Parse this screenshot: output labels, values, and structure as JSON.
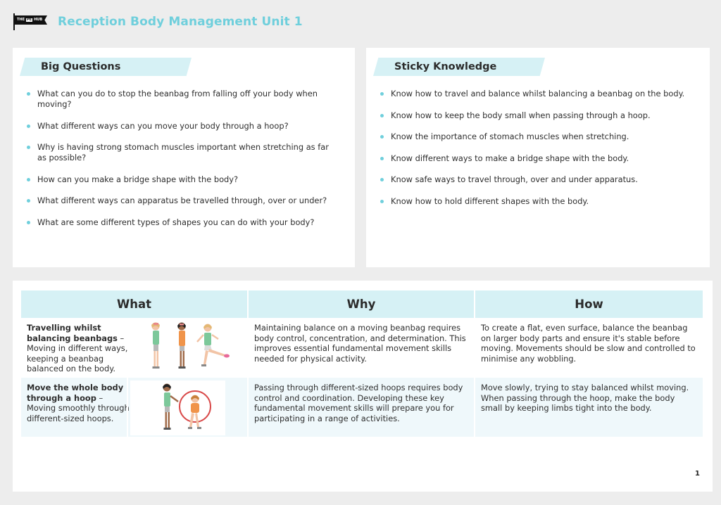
{
  "header": {
    "logo_text": [
      "THE",
      "PE",
      "HUB"
    ],
    "title": "Reception Body Management Unit 1"
  },
  "big_questions": {
    "heading": "Big Questions",
    "items": [
      "What can you do to stop the beanbag from falling off your body when moving?",
      "What different ways can you move your body through a hoop?",
      "Why is having strong stomach muscles important when stretching as far as possible?",
      "How can you make a bridge shape with the body?",
      "What different ways can apparatus be travelled through, over or under?",
      "What are some different types of shapes you can do with your body?"
    ]
  },
  "sticky_knowledge": {
    "heading": "Sticky Knowledge",
    "items": [
      "Know how to travel and balance whilst balancing a beanbag on the body.",
      "Know how to keep the body small when passing through a hoop.",
      "Know the importance of stomach muscles when stretching.",
      "Know different ways to make a bridge shape with the body.",
      "Know safe ways to travel through, over and under apparatus.",
      "Know how to hold different shapes with the body."
    ]
  },
  "table": {
    "headers": [
      "What",
      "Why",
      "How"
    ],
    "rows": [
      {
        "what_bold": "Travelling whilst balancing beanbags",
        "what_sep": " – ",
        "what_rest": "Moving in different ways, keeping a beanbag balanced on the body.",
        "why": "Maintaining balance on a moving beanbag requires body control, concentration, and determination. This improves essential fundamental movement skills needed for physical activity.",
        "how": "To create a flat, even surface, balance the beanbag on larger body parts and ensure it's stable before moving. Movements should be slow and controlled to minimise any wobbling."
      },
      {
        "what_bold": "Move the whole body through a hoop",
        "what_sep": "  – ",
        "what_rest": "Moving smoothly through different-sized hoops.",
        "why": "Passing through different-sized hoops requires body control and coordination. Developing these key fundamental movement skills will prepare you for participating in a range of activities.",
        "how": "Move slowly, trying to stay balanced whilst moving. When passing through the hoop, make the body small by keeping limbs tight into the body."
      }
    ]
  },
  "page_number": "1",
  "colors": {
    "accent": "#6fcfdc",
    "heading_bg": "#d6f1f5",
    "row_alt_bg": "#eff8fb",
    "page_bg": "#ededed"
  }
}
